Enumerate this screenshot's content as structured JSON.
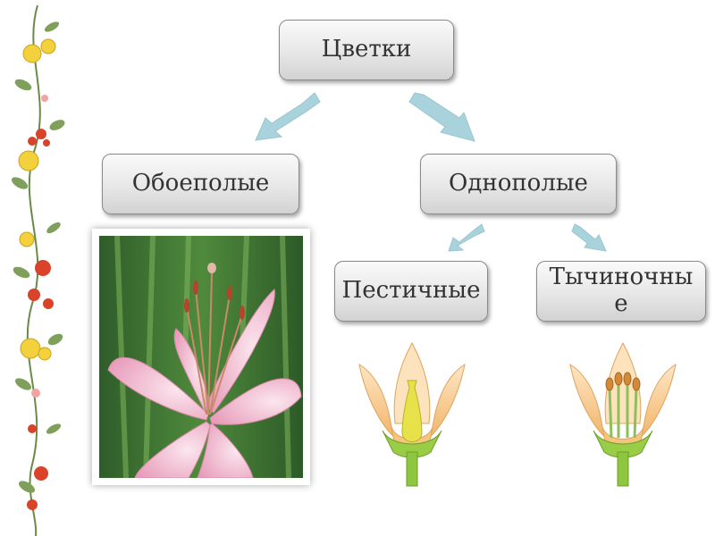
{
  "diagram": {
    "root": "Цветки",
    "bisexual": "Обоеполые",
    "unisexual": "Однополые",
    "pistillate": "Пестичные",
    "staminate": "Тычиночные"
  },
  "colors": {
    "arrow": "#a9d3dc",
    "box_border": "#8a8a8a",
    "text": "#333333",
    "lily_petal": "#f1b6cc",
    "illustration_petal": "#f5c98a",
    "illustration_stem": "#8fc63f"
  },
  "images": {
    "left_border": "floral-vine",
    "photo": "pink-lily",
    "pistillate_illustration": "pistillate-flower-cross-section",
    "staminate_illustration": "staminate-flower-cross-section"
  }
}
